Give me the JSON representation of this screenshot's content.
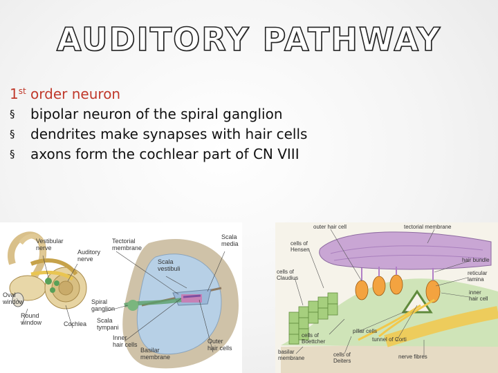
{
  "slide": {
    "title": "AUDITORY PATHWAY",
    "heading": {
      "prefix": "1",
      "sup": "st",
      "rest": " order neuron"
    },
    "bullets": [
      {
        "mark": "§",
        "text": "bipolar neuron of the spiral ganglion"
      },
      {
        "mark": "§",
        "text": "dendrites make synapses with hair cells"
      },
      {
        "mark": "§",
        "text": "axons form the cochlear part of CN VIII"
      }
    ]
  },
  "figure_left": {
    "labels": {
      "vestibular_nerve": [
        "Vestibular",
        "nerve"
      ],
      "auditory_nerve": [
        "Auditory",
        "nerve"
      ],
      "tectorial_membrane": [
        "Tectorial",
        "membrane"
      ],
      "scala_media": [
        "Scala",
        "media"
      ],
      "scala_vestibuli": [
        "Scala",
        "vestibuli"
      ],
      "oval_window": [
        "Oval",
        "window"
      ],
      "round_window": [
        "Round",
        "window"
      ],
      "cochlea": "Cochlea",
      "spiral_ganglion": [
        "Spiral",
        "ganglion"
      ],
      "scala_tympani": [
        "Scala",
        "tympani"
      ],
      "inner_hair_cells": [
        "Inner",
        "hair cells"
      ],
      "basilar_membrane": [
        "Basilar",
        "membrane"
      ],
      "outer_hair_cells": [
        "Outer",
        "hair cells"
      ]
    }
  },
  "figure_right": {
    "labels": {
      "outer_hair_cell": "outer hair cell",
      "tectorial_membrane": "tectorial membrane",
      "cells_of_hensen": [
        "cells of",
        "Hensen"
      ],
      "hair_bundle": "hair bundle",
      "cells_of_claudius": [
        "cells of",
        "Claudius"
      ],
      "reticular_lamina": [
        "reticular",
        "lamina"
      ],
      "inner_hair_cell": [
        "inner",
        "hair cell"
      ],
      "cells_of_boettcher": [
        "cells of",
        "Boettcher"
      ],
      "pillar_cells": "pillar cells",
      "tunnel_of_corti": "tunnel of Corti",
      "basilar_membrane": [
        "basilar",
        "membrane"
      ],
      "cells_of_deiters": [
        "cells of",
        "Deiters"
      ],
      "nerve_fibres": "nerve fibres"
    }
  }
}
